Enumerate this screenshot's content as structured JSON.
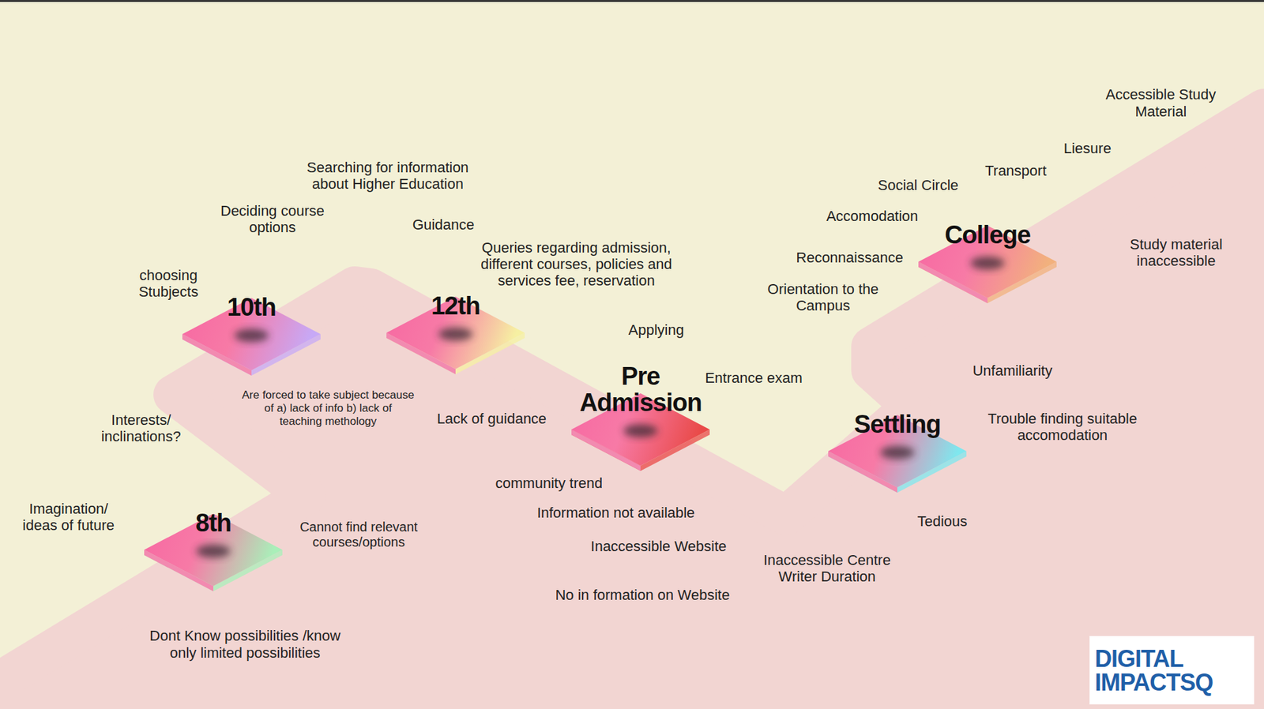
{
  "diagram": {
    "nodes": [
      {
        "text": [
          "8th"
        ]
      },
      {
        "text": [
          "10th"
        ]
      },
      {
        "text": [
          "12th"
        ]
      },
      {
        "text": [
          "Pre Admission"
        ]
      },
      {
        "text": [
          "Settling"
        ]
      },
      {
        "text": [
          "College"
        ]
      }
    ],
    "labels": [
      "Accessible Study Material",
      "Liesure",
      "Transport",
      "Social Circle",
      "Searching for information about Higher Education",
      "Deciding course options",
      "Guidance",
      "Queries regarding admission, different courses, policies and services fee, reservation",
      "Accomodation",
      "Reconnaissance",
      "Study material inaccessible",
      "choosing Stubjects",
      "Orientation to the Campus",
      "Applying",
      "Entrance exam",
      "Unfamiliarity",
      "Are forced to take subject because of a) lack of info b) lack of teaching methology",
      "Interests/ inclinations?",
      "Lack of guidance",
      "Trouble finding suitable accomodation",
      "community trend",
      "Imagination/ ideas of future",
      "Cannot find relevant courses/options",
      "Information not available",
      "Tedious",
      "Inaccessible Website",
      "Inaccessible Centre Writer Duration",
      "No in formation on Website",
      "Dont Know possibilities /know only limited possibilities",
      "DIGITAL IMPACTSQ"
    ]
  }
}
